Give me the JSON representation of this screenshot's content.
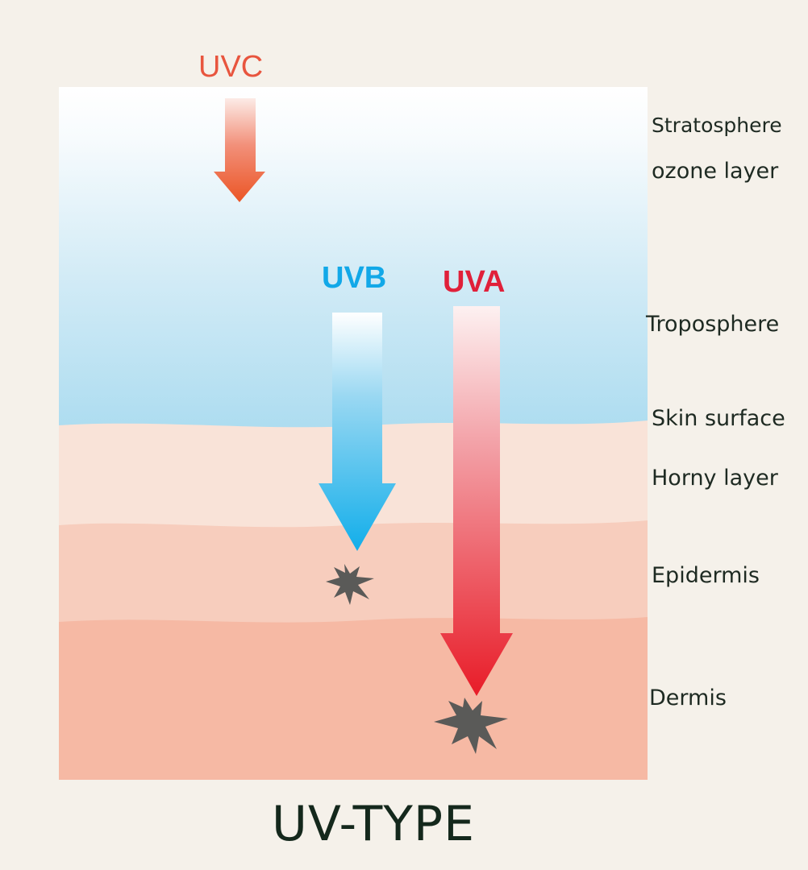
{
  "title": "UV-TYPE",
  "rays": [
    {
      "label": "UVC",
      "color": "#e8553e"
    },
    {
      "label": "UVB",
      "color": "#12a8e8"
    },
    {
      "label": "UVA",
      "color": "#e0203a"
    }
  ],
  "layers": [
    "Stratosphere",
    "ozone layer",
    "Troposphere",
    "Skin surface",
    "Horny layer",
    "Epidermis",
    "Dermis"
  ],
  "colors": {
    "background": "#f5f1ea",
    "sky_top": "#ffffff",
    "sky_bottom": "#acdcf0",
    "horny_layer": "#f9e3d8",
    "epidermis": "#f7cdbd",
    "dermis": "#f6b9a4",
    "damage_mark": "#5a5a58"
  }
}
